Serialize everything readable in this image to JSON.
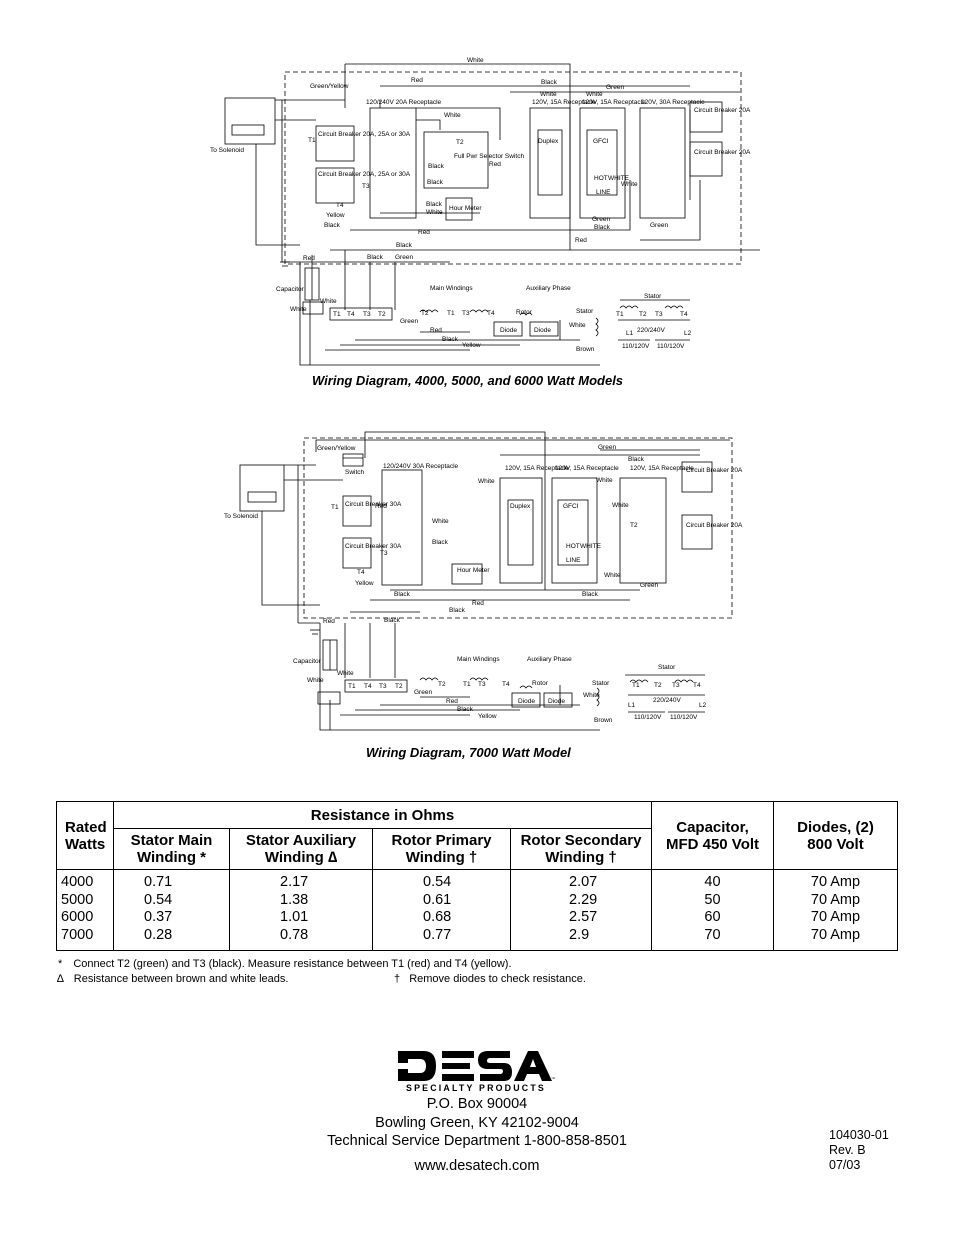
{
  "diagram1": {
    "caption": "Wiring Diagram, 4000, 5000, and 6000 Watt Models",
    "labels": {
      "white_top": "White",
      "green_yellow": "Green/Yellow",
      "red_top": "Red",
      "receptacle_240": "120/240V 20A Receptacle",
      "black_top": "Black",
      "white_a": "White",
      "green_top": "Green",
      "white_b": "White",
      "rec120_1": "120V, 15A Receptacle",
      "rec120_2": "120V, 15A Receptacle",
      "rec120_30": "120V, 30A Receptacle",
      "cb_right_1": "Circuit Breaker 20A",
      "cb_right_2": "Circuit Breaker 20A",
      "to_solenoid": "To Solenoid",
      "t1": "T1",
      "cb_left_1": "Circuit Breaker 20A, 25A or 30A",
      "cb_left_2": "Circuit Breaker 20A, 25A or 30A",
      "t3": "T3",
      "t4": "T4",
      "yellow": "Yellow",
      "black_l": "Black",
      "white_mid": "White",
      "t2": "T2",
      "selector": "Full Pwr Selector Switch",
      "black_sel": "Black",
      "red_sel": "Red",
      "black_sel2": "Black",
      "black_hm": "Black",
      "white_hm": "White",
      "hour_meter": "Hour Meter",
      "red_hm": "Red",
      "duplex": "Duplex",
      "gfci": "GFCI",
      "hot": "HOT",
      "white_g": "WHITE",
      "line": "LINE",
      "white_gfci": "White",
      "green_gfci": "Green",
      "black_gfci": "Black",
      "green_r": "Green",
      "red_bottom": "Red",
      "black_bottom": "Black",
      "red_gnd": "Red",
      "black_gnd": "Black",
      "green_gnd": "Green",
      "capacitor": "Capacitor",
      "white_cap": "White",
      "white_cap2": "White",
      "main_windings": "Main Windings",
      "aux_phase": "Auxiliary Phase",
      "rotor": "Rotor",
      "stator": "Stator",
      "stator2": "Stator",
      "diode": "Diode",
      "green_w": "Green",
      "red_w": "Red",
      "black_w": "Black",
      "yellow_w": "Yellow",
      "white_st": "White",
      "brown": "Brown",
      "v220": "220/240V",
      "v110a": "110/120V",
      "v110b": "110/120V",
      "l1": "L1",
      "l2": "L2",
      "t1b": "T1",
      "t4b": "T4",
      "t3b": "T3",
      "t2b": "T2",
      "t1c": "T1",
      "t2c": "T2",
      "t3c": "T3",
      "t4c": "T4"
    }
  },
  "diagram2": {
    "caption": "Wiring Diagram, 7000 Watt Model",
    "labels": {
      "green_yellow": "Green/Yellow",
      "switch": "Switch",
      "receptacle_240": "120/240V 30A Receptacle",
      "green_top": "Green",
      "black_top": "Black",
      "white_a": "White",
      "rec120_1": "120V, 15A Receptacle",
      "rec120_2": "120V, 15A Receptacle",
      "rec120_3": "120V, 15A Receptacle",
      "white_b": "White",
      "cb_right_1": "Circuit Breaker 20A",
      "cb_right_2": "Circuit Breaker 20A",
      "to_solenoid": "To Solenoid",
      "t1": "T1",
      "red_l": "Red",
      "cb_left_1": "Circuit Breaker 30A",
      "cb_left_2": "Circuit Breaker 30A",
      "t3": "T3",
      "t4": "T4",
      "yellow": "Yellow",
      "white_mid": "White",
      "black_mid": "Black",
      "hour_meter": "Hour Meter",
      "duplex": "Duplex",
      "gfci": "GFCI",
      "hot": "HOT",
      "white_g": "WHITE",
      "line": "LINE",
      "white_c": "White",
      "white_d": "White",
      "t2": "T2",
      "green_r": "Green",
      "black_b1": "Black",
      "black_b2": "Black",
      "red_b": "Red",
      "black_b3": "Black",
      "red_gnd": "Red",
      "black_gnd": "Black",
      "capacitor": "Capacitor",
      "white_cap": "White",
      "white_cap2": "White",
      "main_windings": "Main Windings",
      "aux_phase": "Auxiliary Phase",
      "rotor": "Rotor",
      "stator": "Stator",
      "stator2": "Stator",
      "diode": "Diode",
      "green_w": "Green",
      "red_w": "Red",
      "black_w": "Black",
      "yellow_w": "Yellow",
      "white_st": "White",
      "brown": "Brown",
      "v220": "220/240V",
      "v110a": "110/120V",
      "v110b": "110/120V",
      "l1": "L1",
      "l2": "L2",
      "t1b": "T1",
      "t4b": "T4",
      "t3b": "T3",
      "t2b": "T2",
      "t1c": "T1",
      "t3c": "T3",
      "t1d": "T1",
      "t2d": "T2",
      "t3d": "T3",
      "t4d": "T4"
    }
  },
  "table": {
    "group_header": "Resistance in Ohms",
    "headers": {
      "rated": "Rated Watts",
      "stator_main": "Stator Main Winding *",
      "stator_aux": "Stator Auxiliary Winding ∆",
      "rotor_primary": "Rotor Primary Winding †",
      "rotor_secondary": "Rotor Secondary Winding †",
      "capacitor": "Capacitor, MFD 450 Volt",
      "diodes": "Diodes, (2) 800 Volt"
    },
    "rows": [
      {
        "watts": "4000",
        "stator_main": "0.71",
        "stator_aux": "2.17",
        "rotor_primary": "0.54",
        "rotor_secondary": "2.07",
        "capacitor": "40",
        "diodes": "70 Amp"
      },
      {
        "watts": "5000",
        "stator_main": "0.54",
        "stator_aux": "1.38",
        "rotor_primary": "0.61",
        "rotor_secondary": "2.29",
        "capacitor": "50",
        "diodes": "70 Amp"
      },
      {
        "watts": "6000",
        "stator_main": "0.37",
        "stator_aux": "1.01",
        "rotor_primary": "0.68",
        "rotor_secondary": "2.57",
        "capacitor": "60",
        "diodes": "70 Amp"
      },
      {
        "watts": "7000",
        "stator_main": "0.28",
        "stator_aux": "0.78",
        "rotor_primary": "0.77",
        "rotor_secondary": "2.9",
        "capacitor": "70",
        "diodes": "70 Amp"
      }
    ]
  },
  "notes": {
    "n1_mark": "*",
    "n1_text": "Connect T2 (green) and T3 (black). Measure resistance between T1 (red) and T4 (yellow).",
    "n2_mark": "∆",
    "n2_text": "Resistance between brown and white leads.",
    "n3_mark": "†",
    "n3_text": "Remove diodes to check resistance."
  },
  "footer": {
    "logo_text": "DESA",
    "logo_subtitle": "SPECIALTY PRODUCTS",
    "logo_tm": "™",
    "address_1": "P.O. Box 90004",
    "address_2": "Bowling Green, KY 42102-9004",
    "service": "Technical Service Department 1-800-858-8501",
    "website": "www.desatech.com",
    "part_number": "104030-01",
    "revision": "Rev. B",
    "date": "07/03"
  }
}
